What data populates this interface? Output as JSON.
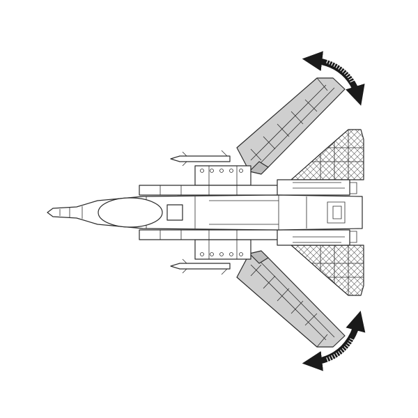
{
  "illustration": {
    "subject": "jet-fighter-brick-model-top-view",
    "colors": {
      "line": "#2a2a2a",
      "wing_fill": "#cfcfcf",
      "body_fill": "#ffffff",
      "arrow": "#1a1a1a"
    },
    "icons": [
      "swing-wing-arrow-icon-upper",
      "swing-wing-arrow-icon-lower"
    ]
  }
}
